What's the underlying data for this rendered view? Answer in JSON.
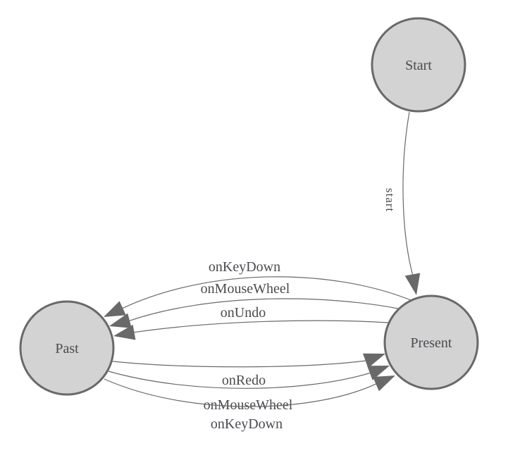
{
  "diagram": {
    "type": "state-machine",
    "colors": {
      "background": "#ffffff",
      "node_fill": "#d3d3d3",
      "node_stroke": "#696969",
      "edge_stroke": "#696969",
      "arrow_fill": "#696969",
      "label_text": "#4a4b50"
    },
    "nodes": [
      {
        "id": "start",
        "label": "Start"
      },
      {
        "id": "past",
        "label": "Past"
      },
      {
        "id": "present",
        "label": "Present"
      }
    ],
    "edges": [
      {
        "from": "start",
        "to": "present",
        "label": "start"
      },
      {
        "from": "present",
        "to": "past",
        "label": "onKeyDown"
      },
      {
        "from": "present",
        "to": "past",
        "label": "onMouseWheel"
      },
      {
        "from": "present",
        "to": "past",
        "label": "onUndo"
      },
      {
        "from": "past",
        "to": "present",
        "label": "onRedo"
      },
      {
        "from": "past",
        "to": "present",
        "label": "onMouseWheel"
      },
      {
        "from": "past",
        "to": "present",
        "label": "onKeyDown"
      }
    ]
  }
}
